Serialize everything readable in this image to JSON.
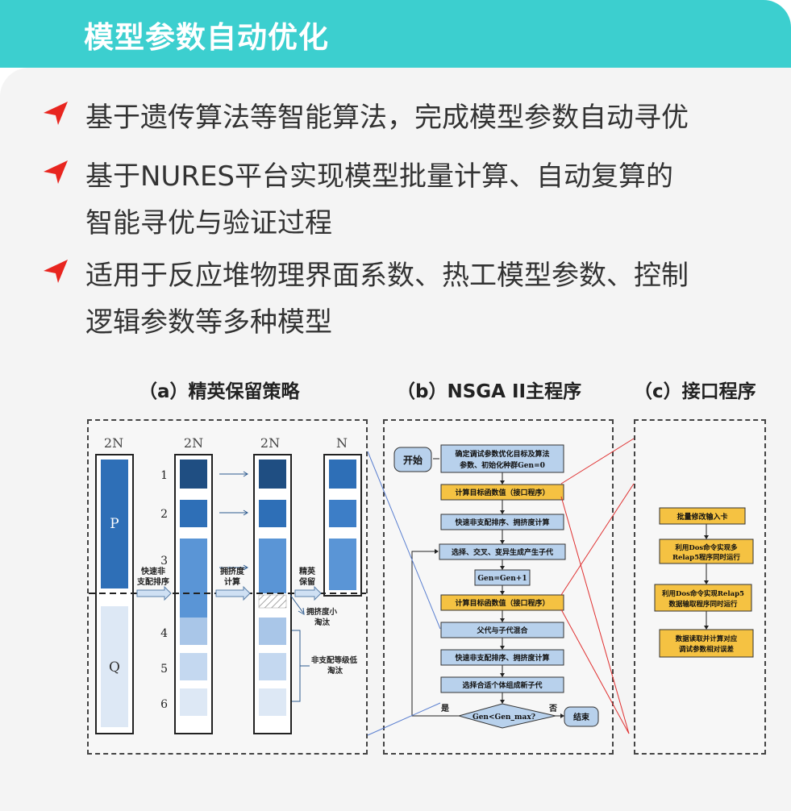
{
  "header": {
    "title": "模型参数自动优化"
  },
  "bullets": [
    {
      "lines": [
        "基于遗传算法等智能算法，完成模型参数自动寻优"
      ]
    },
    {
      "lines": [
        "基于NURES平台实现模型批量计算、自动复算的",
        "智能寻优与验证过程"
      ]
    },
    {
      "lines": [
        "适用于反应堆物理界面系数、热工模型参数、控制",
        "逻辑参数等多种模型"
      ]
    }
  ],
  "colors": {
    "accent": "#3ccfcf",
    "arrow": "#e8251f"
  },
  "panels": {
    "a": {
      "caption": "（a）精英保留策略",
      "col_heads": [
        "2N",
        "2N",
        "2N",
        "N"
      ],
      "p_label": "P",
      "q_label": "Q",
      "rank_labels": [
        "1",
        "2",
        "3",
        "4",
        "5",
        "6"
      ],
      "sort_label": [
        "快速非",
        "支配排序"
      ],
      "crowd_label": [
        "拥挤度",
        "计算"
      ],
      "elite_label": [
        "精英",
        "保留"
      ],
      "crowd_elim": [
        "拥挤度小",
        "淘汰"
      ],
      "dom_elim": [
        "非支配等级低",
        "淘汰"
      ]
    },
    "b": {
      "caption": "（b）NSGA II主程序",
      "start": "开始",
      "steps": [
        "确定调试参数优化目标及算法参数、初始化种群Gen=0",
        "计算目标函数值（接口程序）",
        "快速非支配排序、拥挤度计算",
        "选择、交叉、变异生成产生子代",
        "Gen=Gen+1",
        "计算目标函数值（接口程序）",
        "父代与子代混合",
        "快速非支配排序、拥挤度计算",
        "选择合适个体组成新子代"
      ],
      "step0_lines": [
        "确定调试参数优化目标及算法",
        "参数、初始化种群Gen=0"
      ],
      "decision": "Gen<Gen_max?",
      "yes": "是",
      "no": "否",
      "end": "结束"
    },
    "c": {
      "caption": "（c）接口程序",
      "steps": [
        [
          "批量修改输入卡"
        ],
        [
          "利用Dos命令实现多",
          "Relap5程序同时运行"
        ],
        [
          "利用Dos命令实现Relap5",
          "数据输取程序同时运行"
        ],
        [
          "数据读取并计算对应",
          "调试参数相对误差"
        ]
      ]
    }
  }
}
